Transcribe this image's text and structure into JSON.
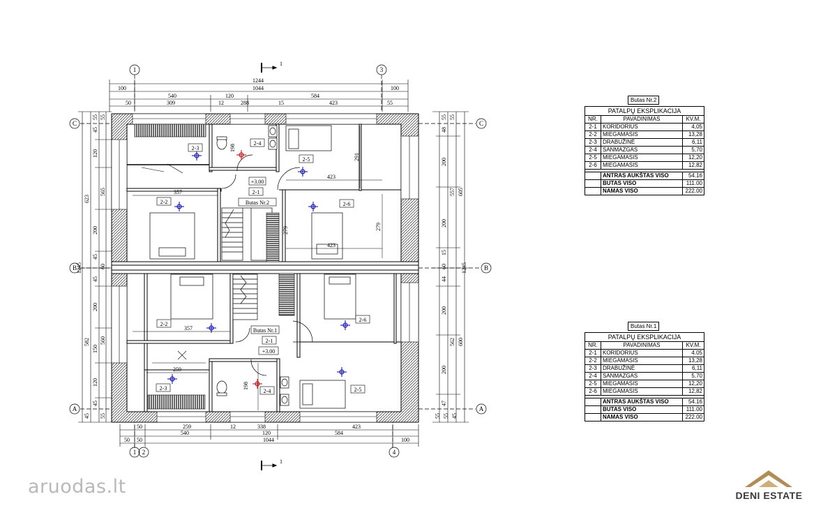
{
  "plan": {
    "grid": {
      "g1": "1",
      "g2": "2",
      "g3": "3",
      "g4": "4",
      "gA": "A",
      "gB": "B",
      "gC": "C"
    },
    "section_mark": "1",
    "dims_top": {
      "overall": "1244",
      "inner": "1044",
      "side_left": "100",
      "side_right": "100",
      "seg_left": "540",
      "seg_mid": "120",
      "seg_right": "584",
      "d50": "50",
      "d309": "309",
      "d12": "12",
      "d288": "288",
      "d15": "15",
      "d423": "423",
      "d55": "55"
    },
    "dims_bottom": {
      "d50": "50",
      "d259": "259",
      "d12": "12",
      "d338": "338",
      "d423": "423",
      "seg_left": "540",
      "seg_mid": "120",
      "seg_right": "584",
      "b50a": "50",
      "b50b": "50",
      "inner": "1044",
      "side_right": "100"
    },
    "dims_left": {
      "total": "1245",
      "upper": "623",
      "lower": "582",
      "u45": "45",
      "u120": "120",
      "u565": "565",
      "u200": "200",
      "u45b": "45",
      "mid60": "60",
      "mid45": "45",
      "l200": "200",
      "l560": "560",
      "l150": "150",
      "l120": "120",
      "l45": "45",
      "b45": "45",
      "b55": "55",
      "t55a": "55",
      "t55b": "55",
      "t45": "45"
    },
    "dims_right": {
      "total": "1245",
      "upper": "605",
      "lower": "600",
      "r48": "48",
      "r200": "200",
      "r557": "557",
      "r200b": "200",
      "r15": "15",
      "r60": "60",
      "r44": "44",
      "r200c": "200",
      "r562": "562",
      "r200d": "200",
      "r47": "47",
      "r55a": "55",
      "r55b": "55",
      "r45": "45",
      "t55a": "55",
      "t55b": "55"
    },
    "upper_rooms": {
      "r23": "2-3",
      "r24": "2-4",
      "r25": "2-5",
      "r22": "2-2",
      "r26": "2-6",
      "r21": "2-1",
      "level": "+3.00",
      "apartment": "Butas Nr.2",
      "w357": "357",
      "w423a": "423",
      "w423b": "423",
      "h291": "291",
      "h279a": "279",
      "h279b": "279",
      "h198": "198"
    },
    "lower_rooms": {
      "r22": "2-2",
      "r26": "2-6",
      "r21": "2-1",
      "r23": "2-3",
      "r24": "2-4",
      "r25": "2-5",
      "level": "+3.00",
      "apartment": "Butas Nr.1",
      "w357": "357",
      "w259": "259",
      "h198": "198"
    }
  },
  "tables": [
    {
      "caption": "Butas Nr.2",
      "title": "PATALPŲ EKSPLIKACIJA",
      "headers": [
        "NR.",
        "PAVADINIMAS",
        "KV.M."
      ],
      "rows": [
        [
          "2-1",
          "KORIDORIUS",
          "4,05"
        ],
        [
          "2-2",
          "MIEGAMASIS",
          "13,28"
        ],
        [
          "2-3",
          "DRABUŽINĖ",
          "6,11"
        ],
        [
          "2-4",
          "SANMAZGAS",
          "5,70"
        ],
        [
          "2-5",
          "MIEGAMASIS",
          "12,20"
        ],
        [
          "2-6",
          "MIEGAMASIS",
          "12,82"
        ]
      ],
      "totals": [
        [
          "ANTRAS AUKŠTAS VISO",
          "54.16"
        ],
        [
          "BUTAS VISO",
          "111.00"
        ],
        [
          "NAMAS VISO",
          "222.00"
        ]
      ]
    },
    {
      "caption": "Butas Nr.1",
      "title": "PATALPŲ EKSPLIKACIJA",
      "headers": [
        "NR.",
        "PAVADINIMAS",
        "KV.M."
      ],
      "rows": [
        [
          "2-1",
          "KORIDORIUS",
          "4.05"
        ],
        [
          "2-2",
          "MIEGAMASIS",
          "13,28"
        ],
        [
          "2-3",
          "DRABUŽINĖ",
          "6,11"
        ],
        [
          "2-4",
          "SANMAZGAS",
          "5,70"
        ],
        [
          "2-5",
          "MIEGAMASIS",
          "12,20"
        ],
        [
          "2-6",
          "MIEGAMASIS",
          "12,82"
        ]
      ],
      "totals": [
        [
          "ANTRAS AUKŠTAS VISO",
          "54.16"
        ],
        [
          "BUTAS VISO",
          "111.00"
        ],
        [
          "NAMAS VISO",
          "222.00"
        ]
      ]
    }
  ],
  "watermark": {
    "text": "aruodas.lt"
  },
  "brand": {
    "name": "DENI ESTATE",
    "color": "#b08d57"
  }
}
